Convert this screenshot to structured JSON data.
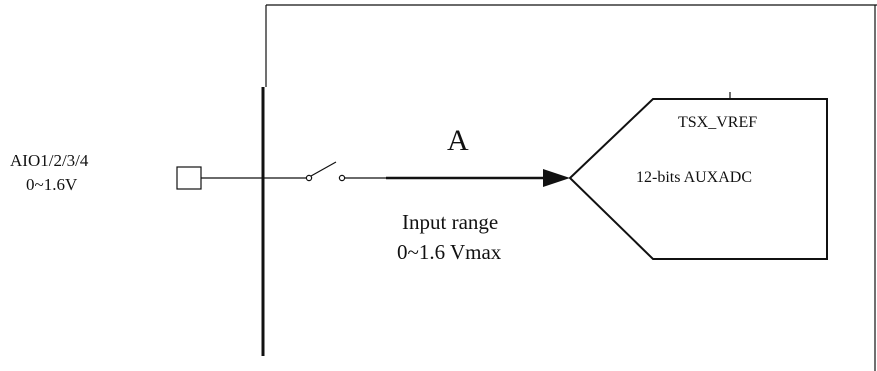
{
  "pin": {
    "name": "AIO1/2/3/4",
    "range": "0~1.6V"
  },
  "signal": {
    "node_label": "A",
    "input_range_label": "Input range",
    "input_range_value": "0~1.6 Vmax"
  },
  "adc": {
    "reference": "TSX_VREF",
    "name": "12-bits AUXADC"
  }
}
